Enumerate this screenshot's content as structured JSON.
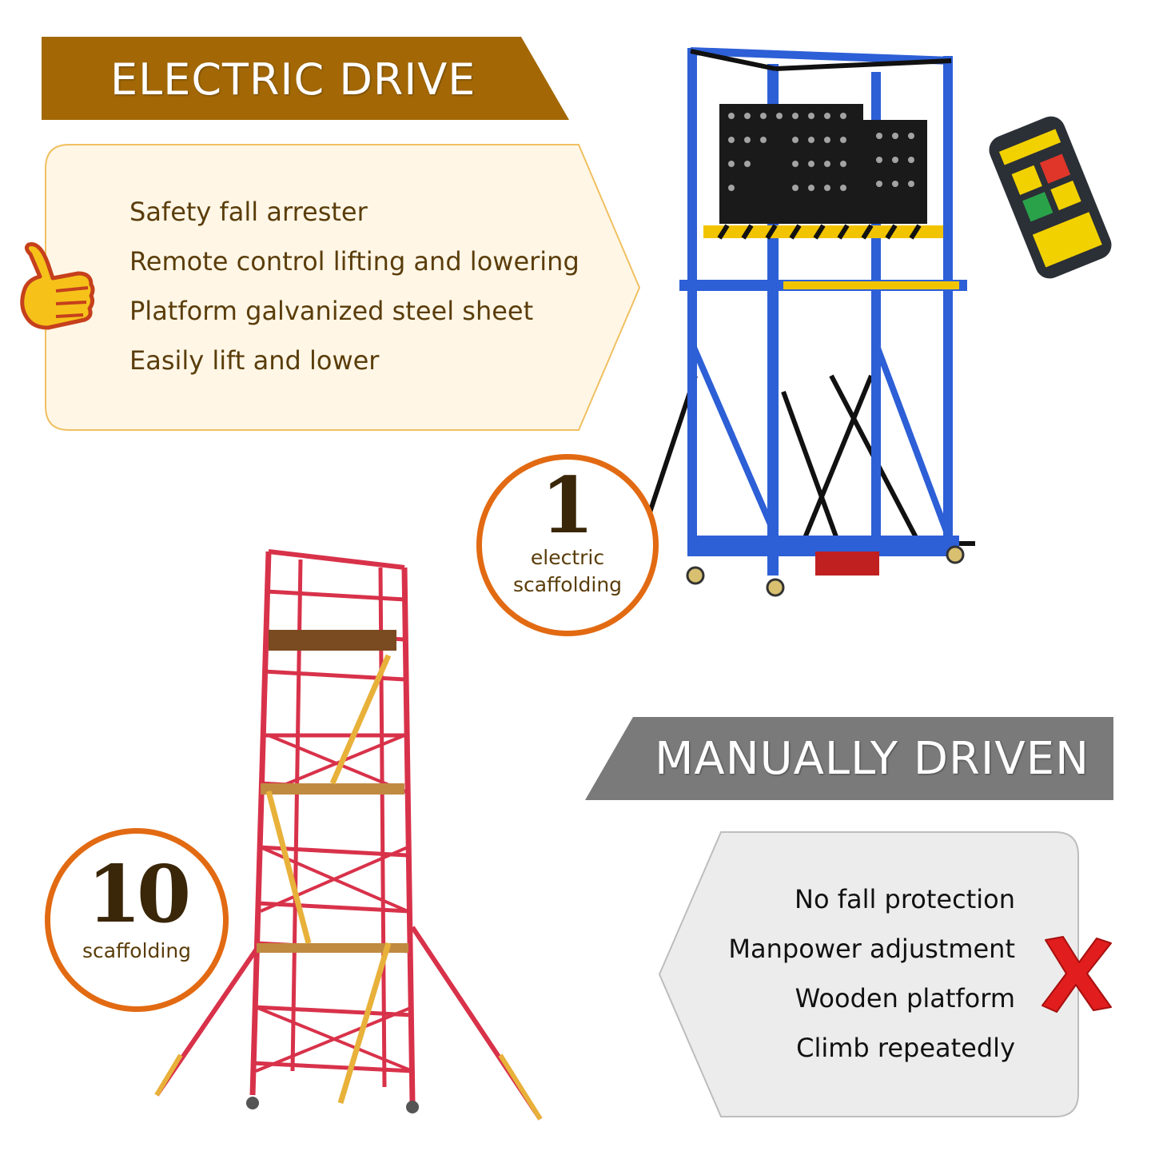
{
  "electric": {
    "banner": "ELECTRIC DRIVE",
    "features": [
      "Safety fall arrester",
      "Remote control lifting and lowering",
      "Platform galvanized steel sheet",
      "Easily lift and lower"
    ],
    "badge": {
      "number": "1",
      "line1": "electric",
      "line2": "scaffolding"
    }
  },
  "manual": {
    "banner": "MANUALLY DRIVEN",
    "features": [
      "No fall protection",
      "Manpower adjustment",
      "Wooden platform",
      "Climb repeatedly"
    ],
    "badge": {
      "number": "10",
      "line1": "scaffolding"
    }
  },
  "colors": {
    "brown_banner": "#a36805",
    "gray_banner": "#7a7a7a",
    "cream_panel": "#fff6e6",
    "gray_panel": "#ececec",
    "badge_ring": "#e26a12",
    "blue_frame": "#2d5fd6",
    "red_frame": "#d8324a",
    "yellow_beam": "#e8b13a"
  },
  "icons": [
    "thumbs-up-icon",
    "x-mark-icon"
  ]
}
